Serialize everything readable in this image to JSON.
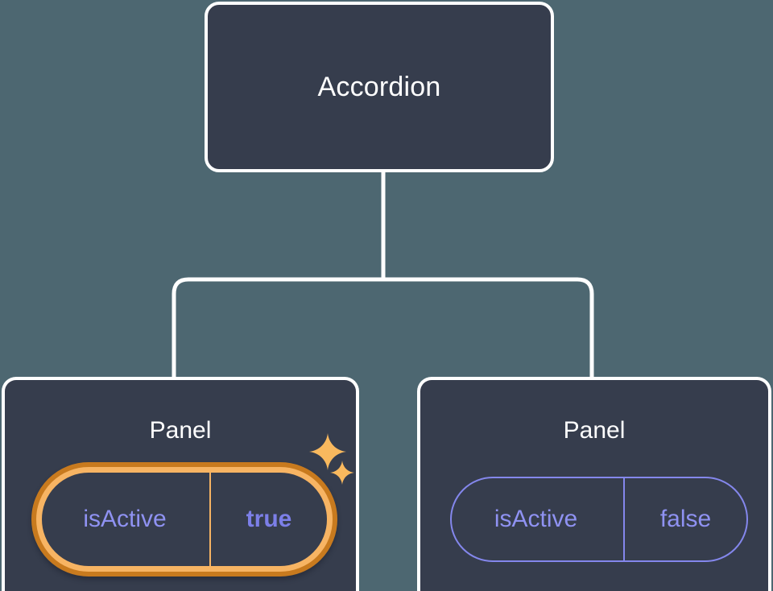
{
  "theme": {
    "background": "#4d6771",
    "node_fill": "#363d4d",
    "node_border": "#ffffff",
    "connector": "#ffffff",
    "prop_key_text": "#8f92f2",
    "prop_value_text": "#7c7fe8",
    "pill_border": "#8487ec",
    "highlight_inner": "#f7b463",
    "highlight_outer": "#c87a1e",
    "sparkle": "#f9b95e"
  },
  "tree": {
    "root": {
      "title": "Accordion"
    },
    "children": [
      {
        "title": "Panel",
        "highlighted": true,
        "prop": {
          "key": "isActive",
          "value": "true"
        }
      },
      {
        "title": "Panel",
        "highlighted": false,
        "prop": {
          "key": "isActive",
          "value": "false"
        }
      }
    ]
  },
  "icons": {
    "sparkle_big": "sparkle-icon",
    "sparkle_small": "sparkle-icon"
  }
}
